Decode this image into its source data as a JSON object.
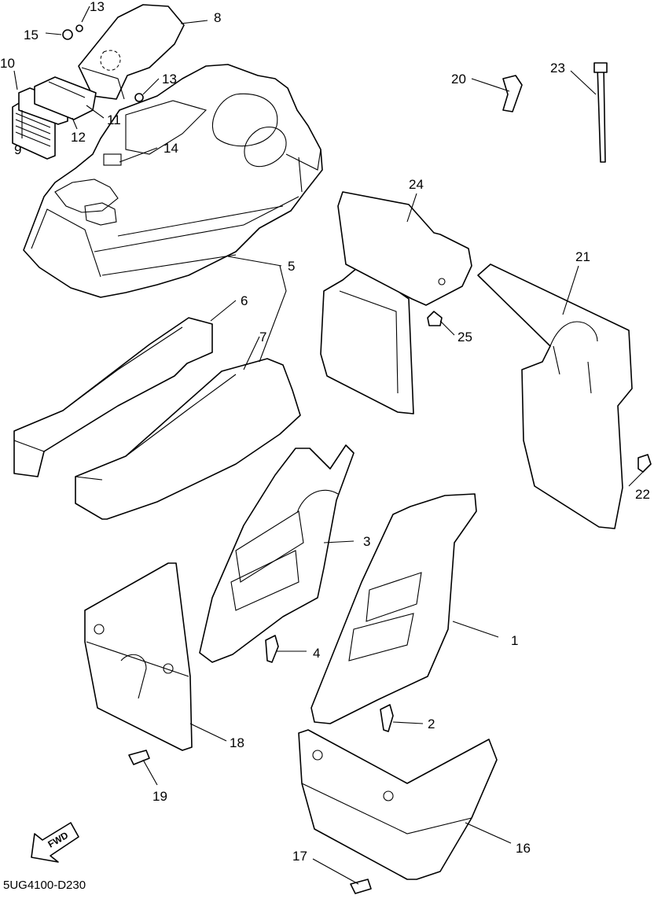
{
  "diagram_code": "5UG4100-D230",
  "fwd_label": "FWD",
  "callouts": [
    "1",
    "2",
    "3",
    "4",
    "5",
    "6",
    "7",
    "8",
    "9",
    "10",
    "11",
    "12",
    "13",
    "13",
    "14",
    "15",
    "16",
    "17",
    "18",
    "19",
    "20",
    "21",
    "22",
    "23",
    "24",
    "25"
  ],
  "colors": {
    "line": "#000000",
    "background": "#ffffff"
  },
  "icons": [
    "fwd-arrow-icon"
  ]
}
